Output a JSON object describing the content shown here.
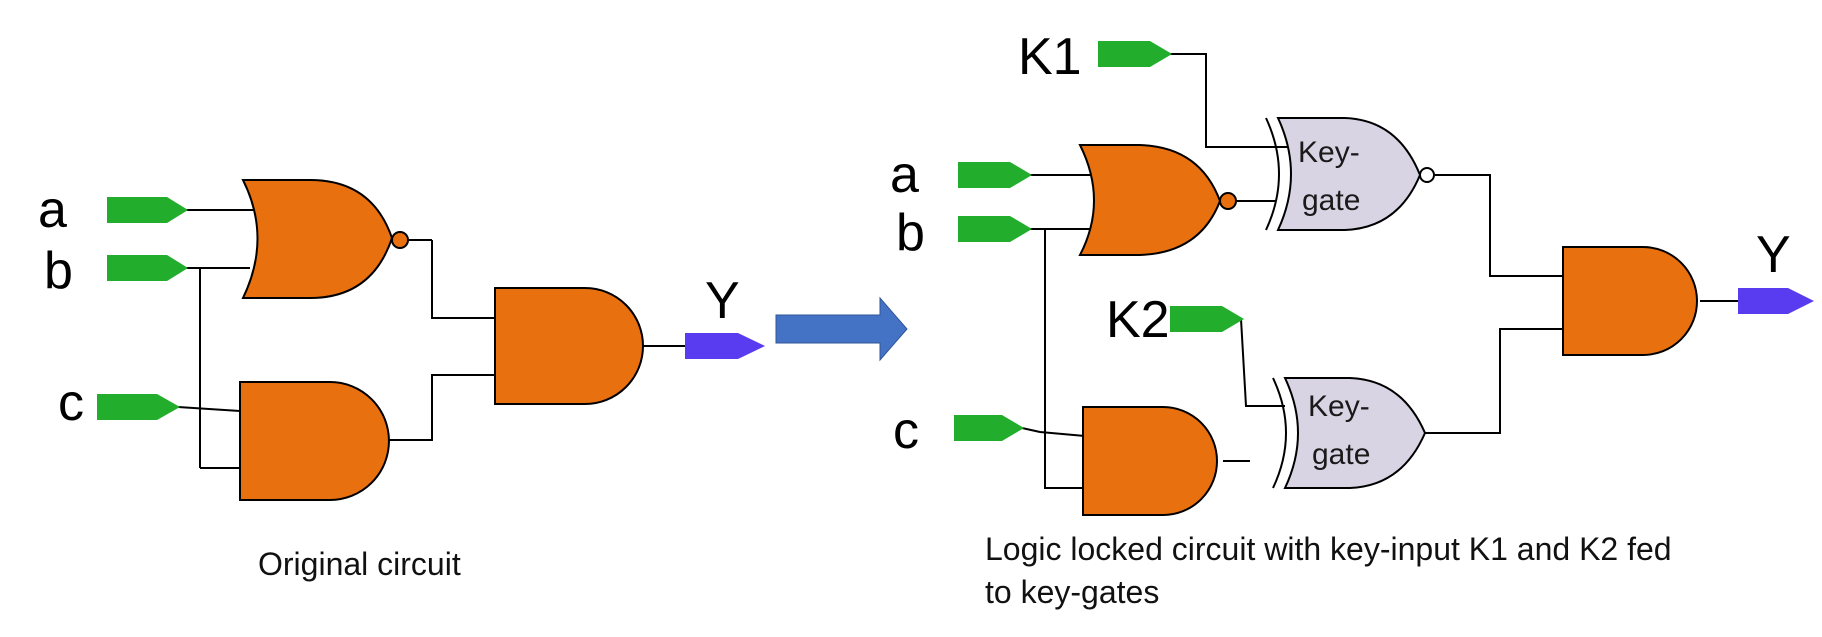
{
  "original_circuit": {
    "inputs": [
      "a",
      "b",
      "c"
    ],
    "output": "Y",
    "caption": "Original circuit"
  },
  "locked_circuit": {
    "inputs": [
      "a",
      "b",
      "c"
    ],
    "key_inputs": [
      "K1",
      "K2"
    ],
    "output": "Y",
    "key_gate_label": {
      "line1": "Key-",
      "line2": "gate"
    },
    "caption": {
      "line1": "Logic locked circuit with key-input K1 and K2 fed",
      "line2": "to key-gates"
    }
  },
  "colors": {
    "logic_gate_fill": "#e8700f",
    "key_gate_fill": "#d9d4e3",
    "input_pin": "#22ad2c",
    "output_pin": "#5a3cf0",
    "arrow": "#4472c4"
  }
}
